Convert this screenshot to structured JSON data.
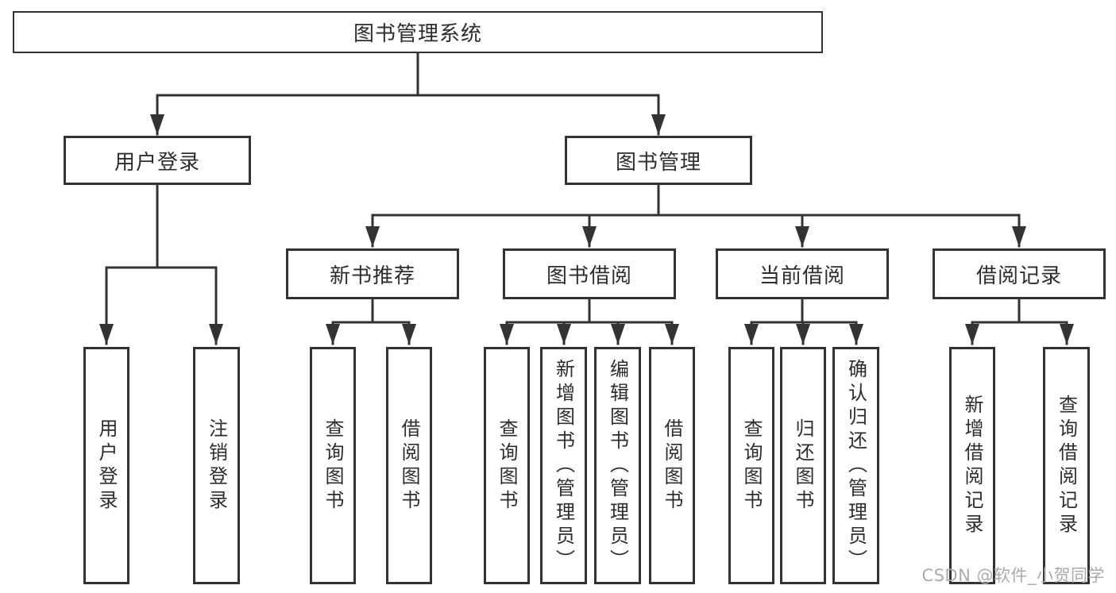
{
  "diagram": {
    "root": {
      "label": "图书管理系统",
      "children": [
        {
          "label": "用户登录",
          "children": [
            {
              "label": "用户登录"
            },
            {
              "label": "注销登录"
            }
          ]
        },
        {
          "label": "图书管理",
          "children": [
            {
              "label": "新书推荐",
              "children": [
                {
                  "label": "查询图书"
                },
                {
                  "label": "借阅图书"
                }
              ]
            },
            {
              "label": "图书借阅",
              "children": [
                {
                  "label": "查询图书"
                },
                {
                  "label": "新增图书（管理员）"
                },
                {
                  "label": "编辑图书（管理员）"
                },
                {
                  "label": "借阅图书"
                }
              ]
            },
            {
              "label": "当前借阅",
              "children": [
                {
                  "label": "查询图书"
                },
                {
                  "label": "归还图书"
                },
                {
                  "label": "确认归还（管理员）"
                }
              ]
            },
            {
              "label": "借阅记录",
              "children": [
                {
                  "label": "新增借阅记录"
                },
                {
                  "label": "查询借阅记录"
                }
              ]
            }
          ]
        }
      ]
    },
    "colors": {
      "box_border": "#333333",
      "connector": "#333333",
      "text": "#2d2d2d",
      "watermark_text": "#ababab",
      "background": "#ffffff"
    }
  },
  "watermark": {
    "text": "CSDN @软件_小贺同学"
  }
}
